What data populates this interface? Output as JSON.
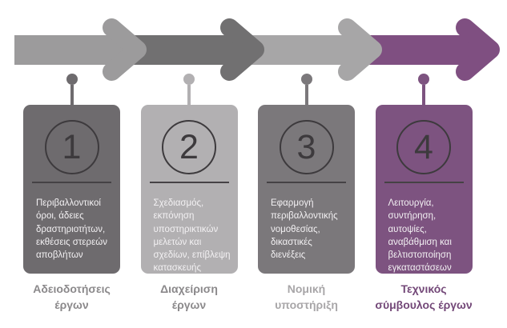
{
  "diagram": {
    "steps": [
      {
        "number": "1",
        "arrow_color": "#9c9b9c",
        "card_color": "#6e6b6e",
        "description": "Περιβαλλοντικοί\nόροι, άδειες\nδραστηριοτήτων,\nεκθέσεις στερεών\nαποβλήτων",
        "label": "Αδειοδοτήσεις\nέργων",
        "label_color": "#8b898b"
      },
      {
        "number": "2",
        "arrow_color": "#717071",
        "card_color": "#b2b0b2",
        "description": "Σχεδιασμός,\nεκπόνηση\nυποστηρικτικών\nμελετών και\nσχεδίων, επίβλεψη\nκατασκευής",
        "label": "Διαχείριση\nέργων",
        "label_color": "#8b898b"
      },
      {
        "number": "3",
        "arrow_color": "#a7a6a7",
        "card_color": "#7b787b",
        "description": "Εφαρμογή\nπεριβαλλοντικής\nνομοθεσίας,\nδικαστικές\nδιενέξεις",
        "label": "Νομική\nυποστήριξη",
        "label_color": "#a8a6a8"
      },
      {
        "number": "4",
        "arrow_color": "#7f4f81",
        "card_color": "#7d5380",
        "description": "Λειτουργία,\nσυντήρηση,\nαυτοψίες,\nαναβάθμιση και\nβελτιστοποίηση\nεγκαταστάσεων",
        "label": "Τεχνικός\nσύμβουλος έργων",
        "label_color": "#734878"
      }
    ],
    "circle_stroke": "#3d3a3d",
    "card_text_color": "#f3f1f3"
  }
}
